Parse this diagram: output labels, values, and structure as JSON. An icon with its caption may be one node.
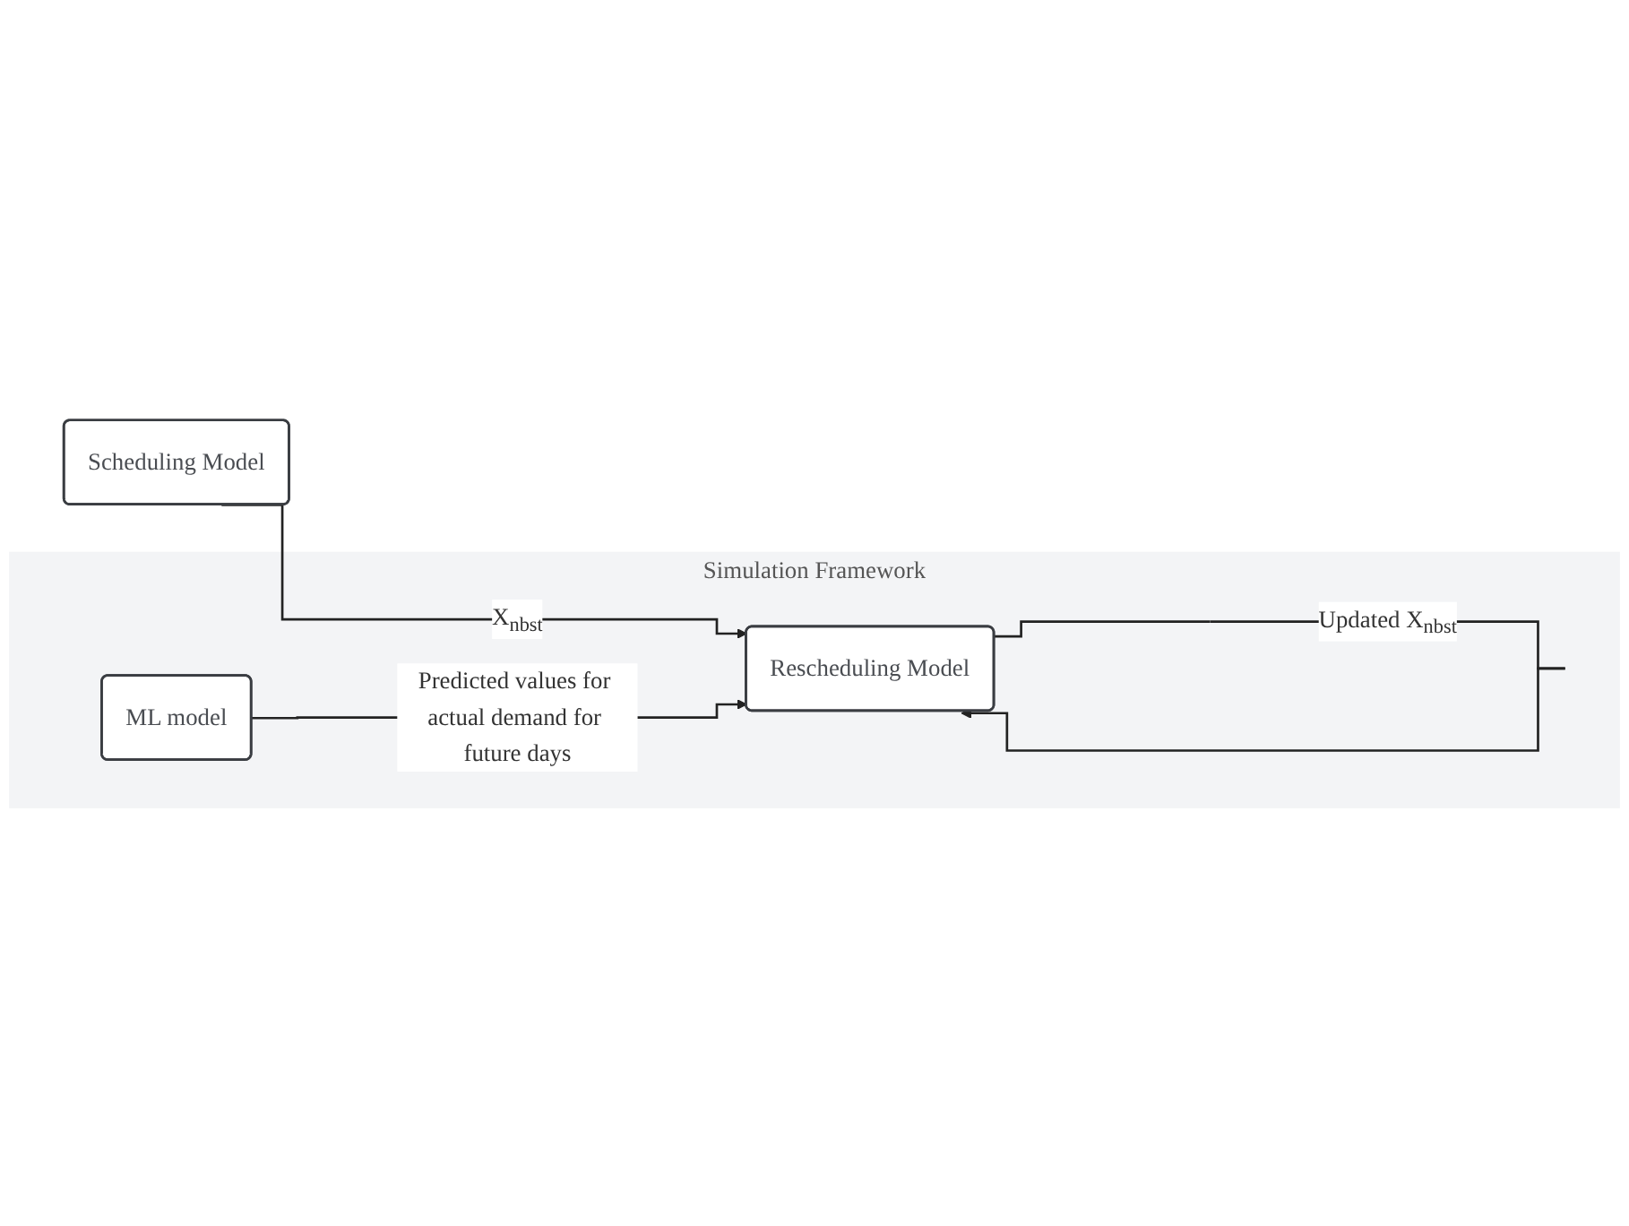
{
  "diagram": {
    "nodes": [
      {
        "text": [
          "Scheduling Model"
        ]
      },
      {
        "text": [
          "Simulation Framework"
        ]
      },
      {
        "text": [
          "Rescheduling Model"
        ],
        "in": 1
      },
      {
        "text": [
          "ML model"
        ],
        "in": 1
      }
    ],
    "edges": [
      {
        "from": 0,
        "to": 2,
        "arrow": "to",
        "label": "X$_{nbst}$"
      },
      {
        "from": 2,
        "to": 2,
        "arrow": "to",
        "label": "Updated X$_{nbst}$"
      },
      {
        "from": 3,
        "to": 2,
        "arrow": "to",
        "label": "Predicted values for actual demand for future days"
      }
    ]
  }
}
